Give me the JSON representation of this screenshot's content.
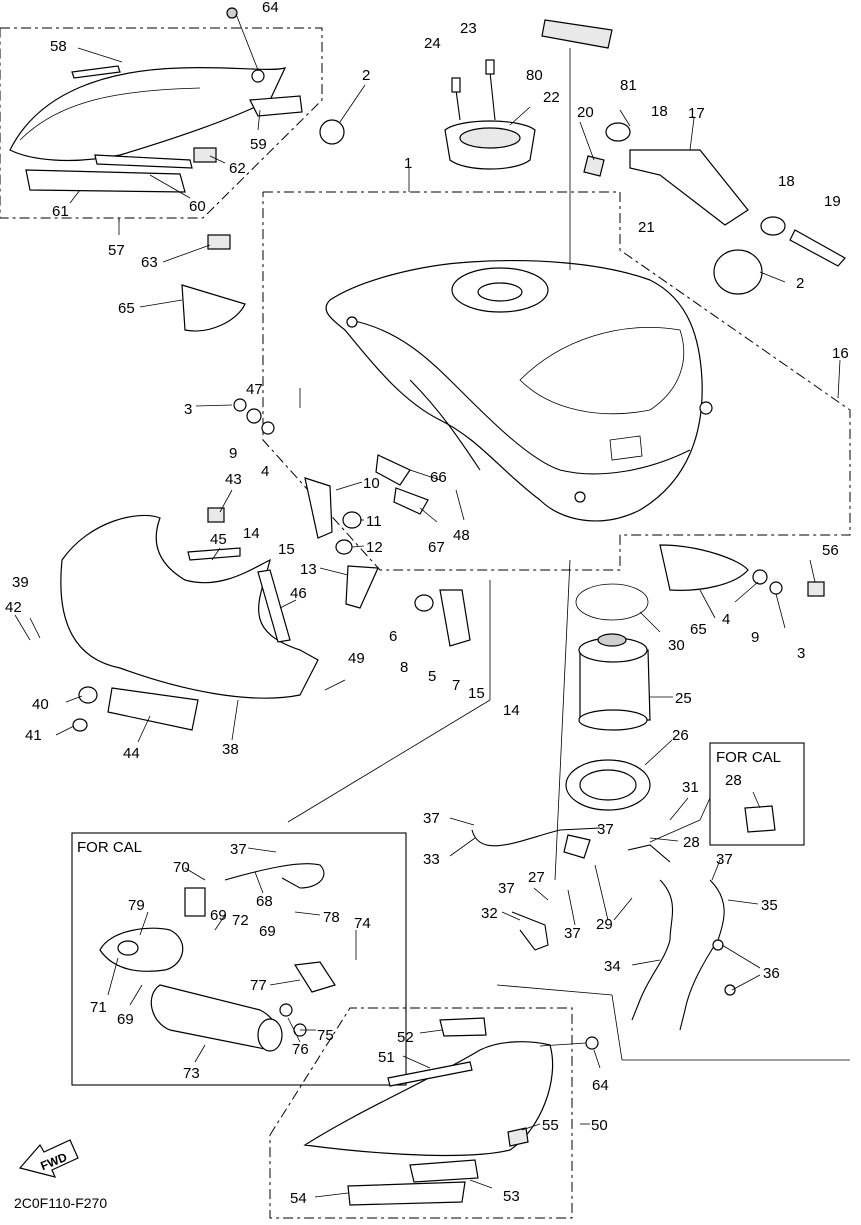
{
  "diagram_code": "2C0F110-F270",
  "fwd_label": "FWD",
  "for_cal_upper": "FOR CAL",
  "for_cal_lower": "FOR CAL",
  "part_labels": {
    "p1": "1",
    "p2a": "2",
    "p2b": "2",
    "p3a": "3",
    "p3b": "3",
    "p4a": "4",
    "p4b": "4",
    "p5": "5",
    "p6": "6",
    "p7": "7",
    "p8": "8",
    "p9a": "9",
    "p9b": "9",
    "p10": "10",
    "p11": "11",
    "p12": "12",
    "p13": "13",
    "p14a": "14",
    "p14b": "14",
    "p15a": "15",
    "p15b": "15",
    "p16": "16",
    "p17": "17",
    "p18a": "18",
    "p18b": "18",
    "p19": "19",
    "p20": "20",
    "p21": "21",
    "p22": "22",
    "p23": "23",
    "p24": "24",
    "p25": "25",
    "p26": "26",
    "p27": "27",
    "p28a": "28",
    "p28b": "28",
    "p29": "29",
    "p30": "30",
    "p31": "31",
    "p32": "32",
    "p33": "33",
    "p34": "34",
    "p35": "35",
    "p36": "36",
    "p37a": "37",
    "p37b": "37",
    "p37c": "37",
    "p37d": "37",
    "p37e": "37",
    "p37f": "37",
    "p38": "38",
    "p39": "39",
    "p40": "40",
    "p41": "41",
    "p42": "42",
    "p43": "43",
    "p44": "44",
    "p45": "45",
    "p46": "46",
    "p47": "47",
    "p48": "48",
    "p49": "49",
    "p50": "50",
    "p51": "51",
    "p52": "52",
    "p53": "53",
    "p54": "54",
    "p55": "55",
    "p56": "56",
    "p57": "57",
    "p58": "58",
    "p59": "59",
    "p60": "60",
    "p61": "61",
    "p62": "62",
    "p63": "63",
    "p64a": "64",
    "p64b": "64",
    "p65a": "65",
    "p65b": "65",
    "p66": "66",
    "p67": "67",
    "p68": "68",
    "p69a": "69",
    "p69b": "69",
    "p69c": "69",
    "p70": "70",
    "p71": "71",
    "p72": "72",
    "p73": "73",
    "p74": "74",
    "p75": "75",
    "p76": "76",
    "p77": "77",
    "p78": "78",
    "p79": "79",
    "p80": "80",
    "p81": "81"
  }
}
